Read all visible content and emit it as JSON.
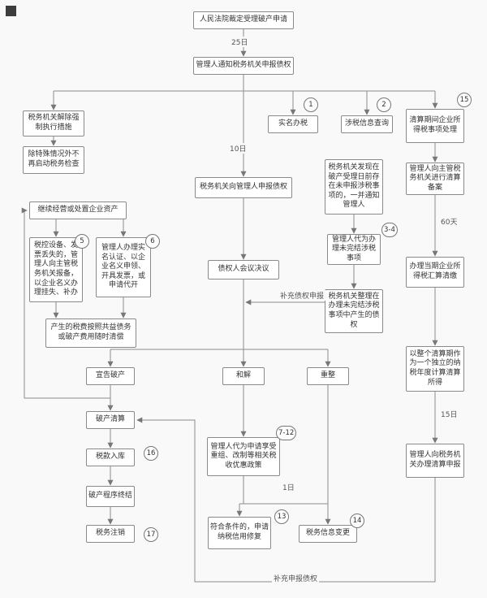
{
  "colors": {
    "background": "#f9f9f9",
    "box_border": "#8a8a8a",
    "line": "#8c8c8c"
  },
  "nodes": {
    "court_ruling": {
      "label": "人民法院裁定受理破产申请"
    },
    "notify_tax": {
      "label": "管理人通知税务机关申报债权"
    },
    "lift_enforcement": {
      "label": "税务机关解除强制执行措施"
    },
    "no_inspection": {
      "label": "除特殊情况外不再启动税务检查"
    },
    "real_name_tax": {
      "label": "实名办税"
    },
    "tax_info_query": {
      "label": "涉税信息查询"
    },
    "liquidation_period_tax": {
      "label": "清算期间企业所得税事项处理"
    },
    "tax_declare_to_admin": {
      "label": "税务机关向管理人申报债权"
    },
    "tax_discover": {
      "label": "税务机关发现在破产受理日前存在未申报涉税事项的，一并通知管理人"
    },
    "admin_handle_unfinished": {
      "label": "管理人代为办理未完结涉税事项"
    },
    "tax_organize_claims": {
      "label": "税务机关整理在办理未完结涉税事项中产生的债权"
    },
    "liquidation_filing": {
      "label": "管理人向主管税务机关进行清算备案"
    },
    "annual_settlement": {
      "label": "办理当期企业所得税汇算清缴"
    },
    "liquidation_income": {
      "label": "以整个清算期作为一个独立的纳税年度计算清算所得"
    },
    "liquidation_declare": {
      "label": "管理人向税务机关办理清算申报"
    },
    "continue_operate": {
      "label": "继续经营或处置企业资产"
    },
    "equipment_loss": {
      "label": "税控设备、发票丢失的，管理人向主管税务机关报备，以企业名义办理挂失、补办"
    },
    "invoice_apply": {
      "label": "管理人办理实名认证、以企业名义申领、开具发票，或申请代开"
    },
    "fees_clear": {
      "label": "产生的税费按照共益债务或破产费用随时清偿"
    },
    "creditors_meeting": {
      "label": "债权人会议决议"
    },
    "declare_bankruptcy": {
      "label": "宣告破产"
    },
    "reconciliation": {
      "label": "和解"
    },
    "reorganization": {
      "label": "重整"
    },
    "bankruptcy_liquidation": {
      "label": "破产清算"
    },
    "tax_to_treasury": {
      "label": "税款入库"
    },
    "procedure_end": {
      "label": "破产程序终结"
    },
    "tax_deregister": {
      "label": "税务注销"
    },
    "preferential_policy": {
      "label": "管理人代为申请享受重组、改制等相关税收优惠政策"
    },
    "credit_repair": {
      "label": "符合条件的，申请纳税信用修复"
    },
    "tax_info_change": {
      "label": "税务信息变更"
    }
  },
  "edge_labels": {
    "days_25": "25日",
    "days_10": "10日",
    "days_60": "60天",
    "days_15": "15日",
    "days_1": "1日",
    "supplement_claim": "补充债权申报",
    "supplement_declare": "补充申报债权"
  },
  "badges": {
    "n1": "1",
    "n2": "2",
    "n15": "15",
    "n3_4": "3-4",
    "n5": "5",
    "n6": "6",
    "n7_12": "7-12",
    "n13": "13",
    "n14": "14",
    "n16": "16",
    "n17": "17"
  }
}
